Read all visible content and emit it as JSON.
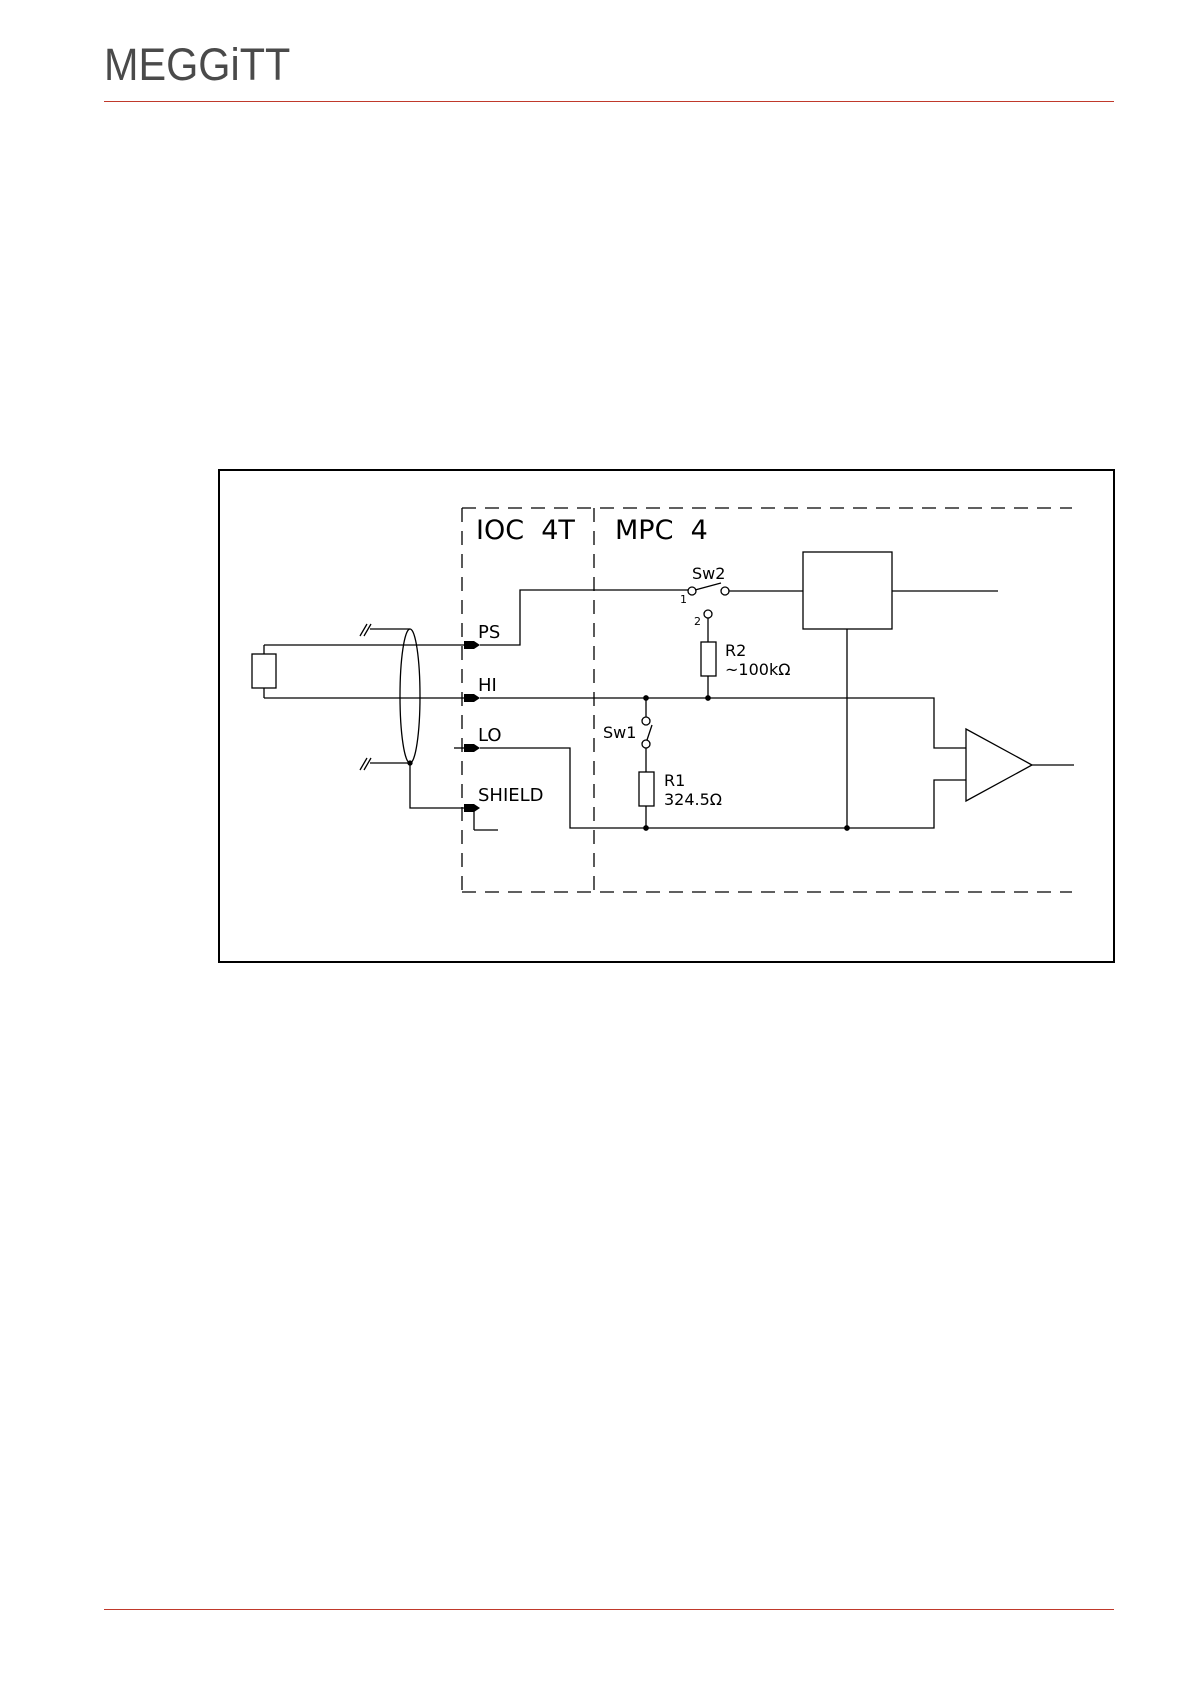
{
  "header": {
    "logo_text": "MEGGiTT",
    "rule_color": "#c0392b"
  },
  "diagram": {
    "section_left": "IOC  4T",
    "section_right": "MPC  4",
    "pins": {
      "ps": "PS",
      "hi": "HI",
      "lo": "LO",
      "shield": "SHIELD"
    },
    "sw2": {
      "label": "Sw2",
      "pos1": "1",
      "pos2": "2"
    },
    "sw1": {
      "label": "Sw1"
    },
    "r2": {
      "label": "R2",
      "value": "~100kΩ"
    },
    "r1": {
      "label": "R1",
      "value": "324.5Ω"
    }
  }
}
